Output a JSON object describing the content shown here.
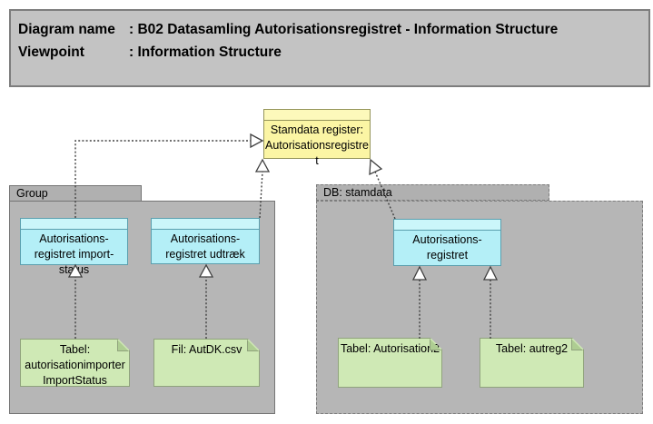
{
  "title_box": {
    "rows": [
      {
        "label": "Diagram name",
        "value": ": B02 Datasamling Autorisationsregistret - Information Structure"
      },
      {
        "label": "Viewpoint",
        "value": ": Information Structure"
      }
    ]
  },
  "stamdata_register": {
    "label": "Stamdata register:\nAutorisationsregistre\nt"
  },
  "folders": {
    "group": {
      "label": "Group"
    },
    "db": {
      "label": "DB: stamdata"
    }
  },
  "objects": [
    {
      "id": "import-status",
      "label": "Autorisations-\nregistret import-\nstatus"
    },
    {
      "id": "udtraek",
      "label": "Autorisations-\nregistret udtræk"
    },
    {
      "id": "autorisationsregistret",
      "label": "Autorisations-\nregistret"
    }
  ],
  "notes": [
    {
      "id": "tabel-autorisationimporter-importstatus",
      "label": "Tabel:\nautorisationimporter\nImportStatus"
    },
    {
      "id": "fil-autdk-csv",
      "label": "Fil: AutDK.csv"
    },
    {
      "id": "tabel-autorisation2",
      "label": "Tabel: Autorisation2"
    },
    {
      "id": "tabel-autreg2",
      "label": "Tabel: autreg2"
    }
  ],
  "connections": [
    {
      "type": "realization",
      "style": "dotted-hollow-triangle",
      "from": "import-status",
      "to": "stamdata-register"
    },
    {
      "type": "realization",
      "style": "dotted-hollow-triangle",
      "from": "udtraek",
      "to": "stamdata-register"
    },
    {
      "type": "realization",
      "style": "dotted-hollow-triangle",
      "from": "autorisationsregistret",
      "to": "stamdata-register"
    },
    {
      "type": "realization",
      "style": "dotted-hollow-triangle",
      "from": "tabel-autorisationimporter-importstatus",
      "to": "import-status"
    },
    {
      "type": "realization",
      "style": "dotted-hollow-triangle",
      "from": "fil-autdk-csv",
      "to": "udtraek"
    },
    {
      "type": "realization",
      "style": "dotted-hollow-triangle",
      "from": "tabel-autorisation2",
      "to": "autorisationsregistret"
    },
    {
      "type": "realization",
      "style": "dotted-hollow-triangle",
      "from": "tabel-autreg2",
      "to": "autorisationsregistret"
    }
  ],
  "colors": {
    "title_fill": "#c3c3c3",
    "folder_fill": "#b6b6b6",
    "object_cyan_fill": "#b4eff7",
    "object_yellow_fill": "#fbf5a4",
    "note_green_fill": "#cfe9b5",
    "connector": "#404040"
  }
}
